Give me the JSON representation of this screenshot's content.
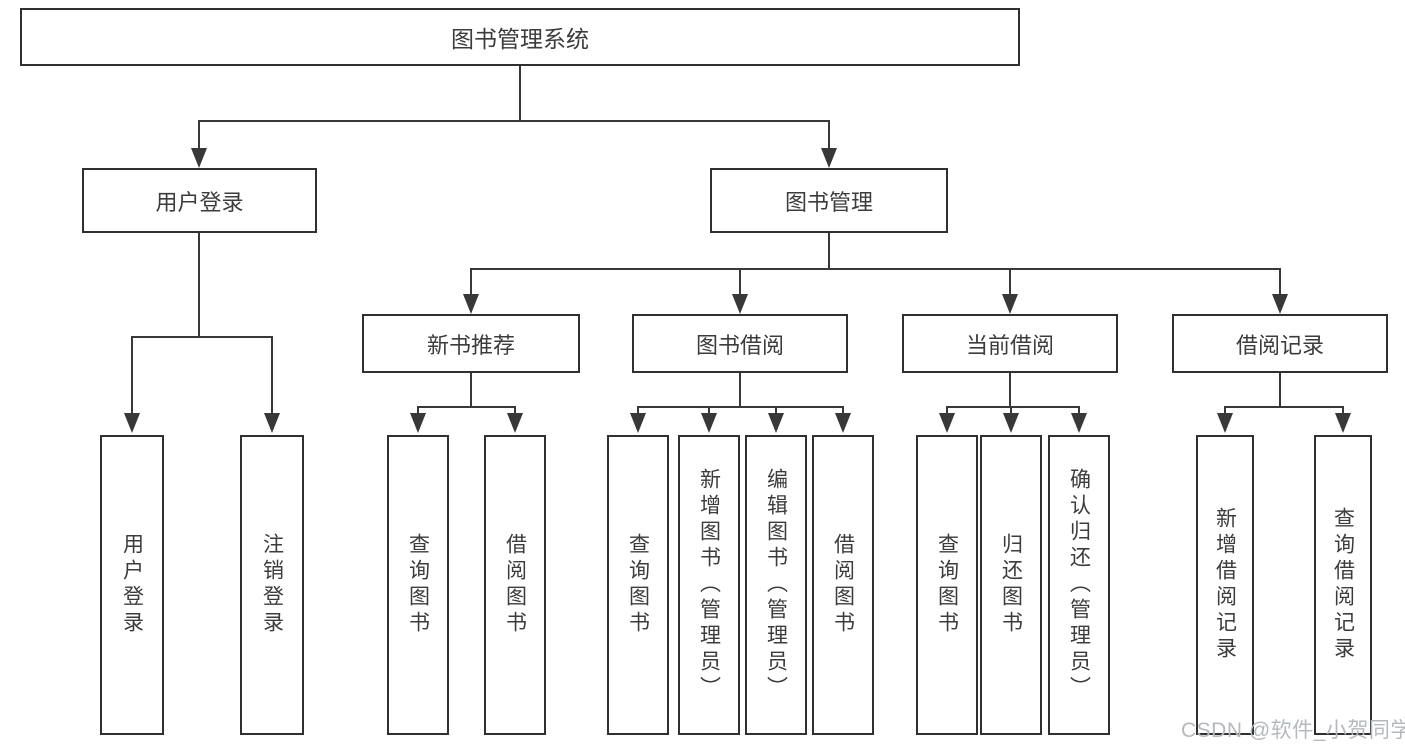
{
  "diagram": {
    "root": "图书管理系统",
    "level2": {
      "user_login": "用户登录",
      "book_mgmt": "图书管理"
    },
    "level3": {
      "new_books": "新书推荐",
      "borrowing": "图书借阅",
      "current": "当前借阅",
      "records": "借阅记录"
    },
    "leaves": {
      "user_login": [
        "用户登录",
        "注销登录"
      ],
      "new_books": [
        "查询图书",
        "借阅图书"
      ],
      "borrowing": [
        "查询图书",
        "新增图书（管理员）",
        "编辑图书（管理员）",
        "借阅图书"
      ],
      "current": [
        "查询图书",
        "归还图书",
        "确认归还（管理员）"
      ],
      "records": [
        "新增借阅记录",
        "查询借阅记录"
      ]
    },
    "watermark": "CSDN @软件_小贺同学",
    "colors": {
      "line": "#383838",
      "border": "#303030",
      "text": "#3c3c3c",
      "watermark": "#b5b9be",
      "background": "#ffffff"
    }
  }
}
